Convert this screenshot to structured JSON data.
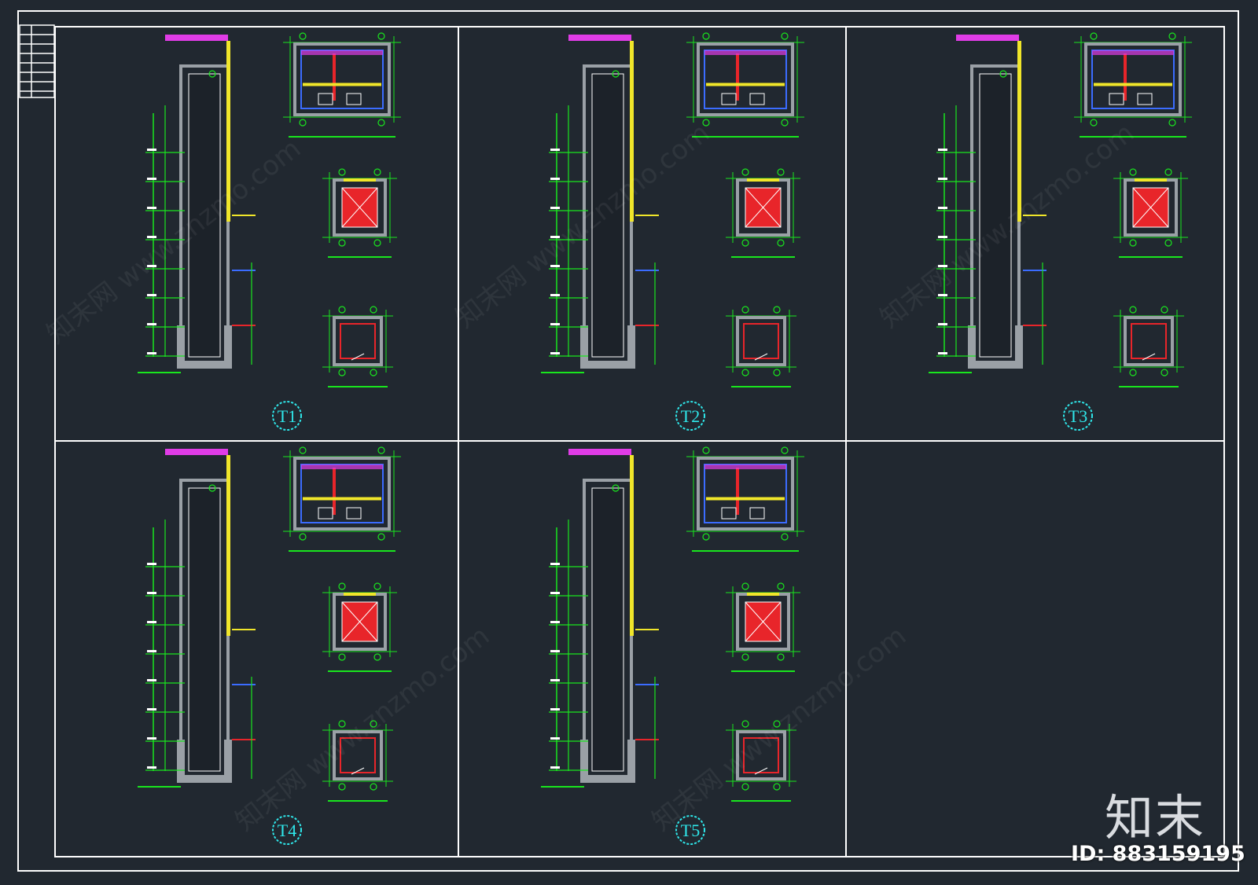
{
  "drawing": {
    "background_color": "#212830",
    "frame_color": "#ffffff",
    "colors": {
      "green": "#19e61e",
      "yellow": "#f0e62a",
      "red": "#e8252a",
      "blue": "#3b6cff",
      "magenta": "#e03ce6",
      "cyan": "#2fe7ea",
      "grey": "#9aa0a6"
    },
    "panels": [
      {
        "label": "T1"
      },
      {
        "label": "T2"
      },
      {
        "label": "T3"
      },
      {
        "label": "T4"
      },
      {
        "label": "T5"
      }
    ]
  },
  "watermark": {
    "brand": "知末",
    "id_text": "ID: 883159195"
  }
}
